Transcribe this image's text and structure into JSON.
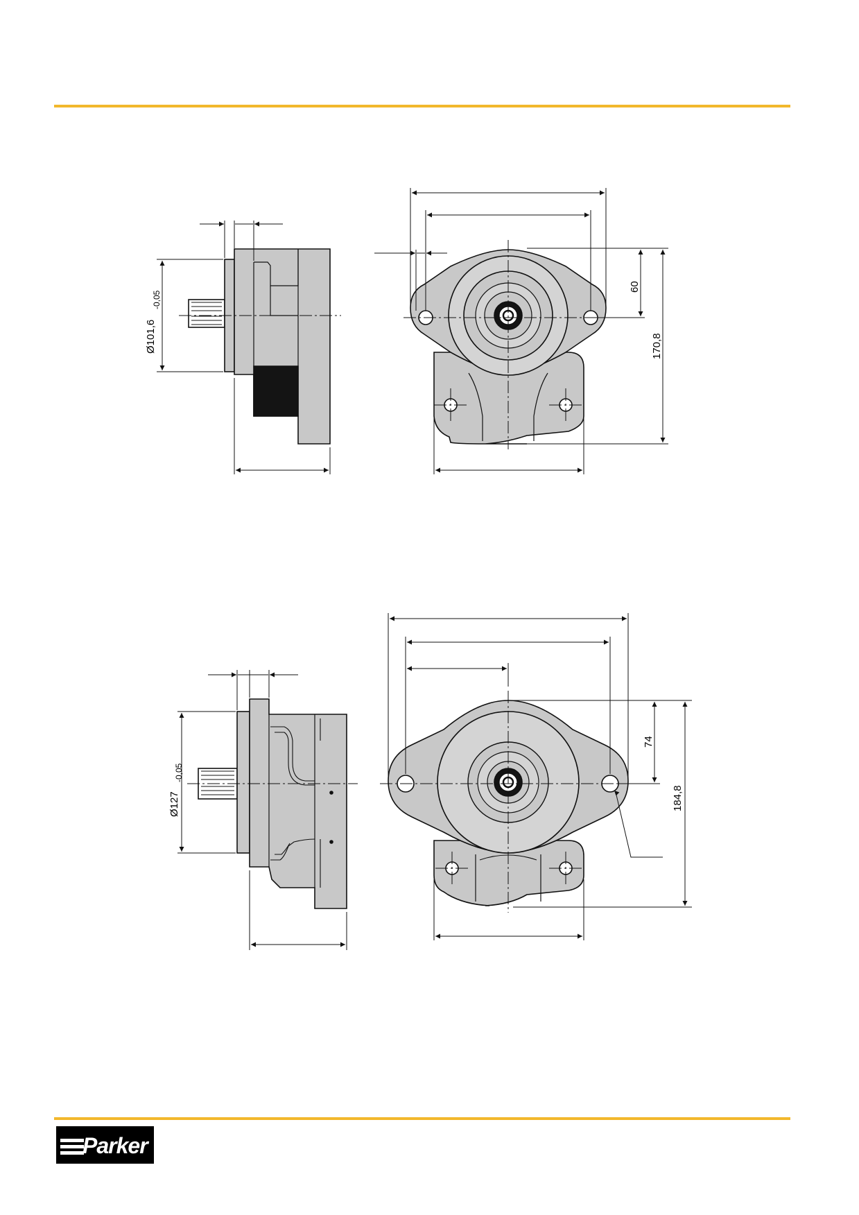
{
  "colors": {
    "accent_rule": "#f2b82c",
    "body_fill": "#c8c8c8",
    "body_fill_light": "#d4d4d4",
    "dark_fill": "#141414",
    "line": "#111111"
  },
  "figure_top": {
    "flange_diameter": "Ø101,6",
    "flange_tolerance": "-0,05",
    "hole_offset": "60",
    "overall_height": "170,8"
  },
  "figure_bottom": {
    "flange_diameter": "Ø127",
    "flange_tolerance": "-0,05",
    "hole_offset": "74",
    "overall_height": "184,8"
  },
  "logo": {
    "text": "Parker"
  }
}
